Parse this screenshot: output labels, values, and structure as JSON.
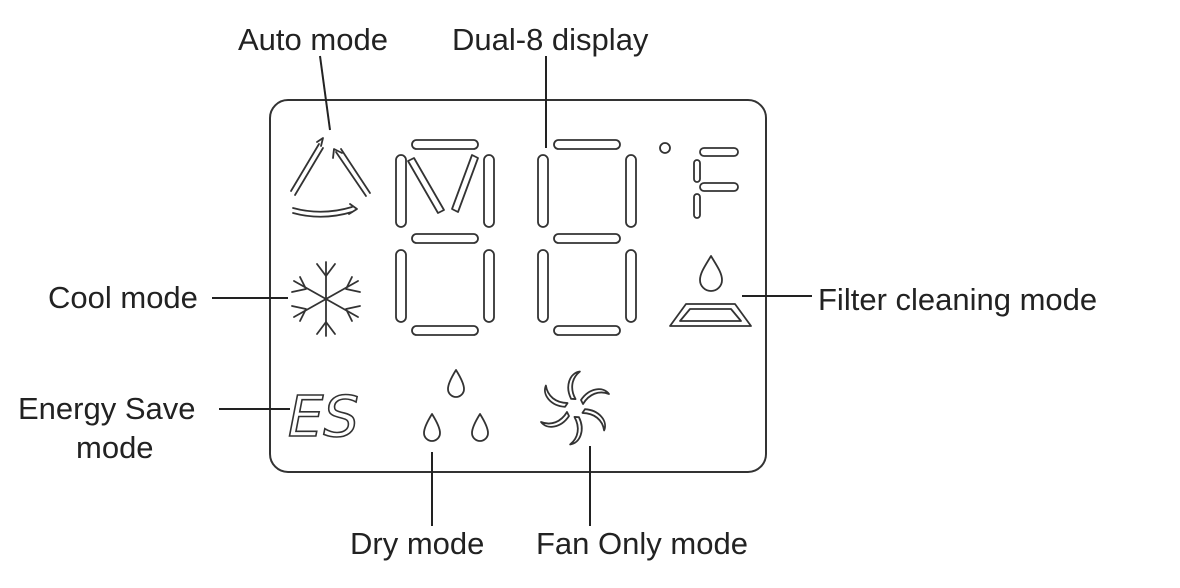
{
  "labels": {
    "auto_mode": "Auto mode",
    "dual8_display": "Dual-8 display",
    "cool_mode": "Cool mode",
    "filter_cleaning_mode": "Filter cleaning mode",
    "energy_save_line1": "Energy Save",
    "energy_save_line2": "mode",
    "dry_mode": "Dry mode",
    "fan_only_mode": "Fan Only mode"
  },
  "lcd": {
    "es_text": "ES",
    "temperature_unit_letter": "F",
    "degree_icon": "degree-icon"
  },
  "icons": [
    "auto-mode-icon",
    "snowflake-icon",
    "energy-save-icon",
    "dry-drops-icon",
    "fan-icon",
    "filter-cleaning-icon"
  ],
  "colors": {
    "line": "#333333",
    "text": "#222222",
    "background": "#ffffff"
  }
}
